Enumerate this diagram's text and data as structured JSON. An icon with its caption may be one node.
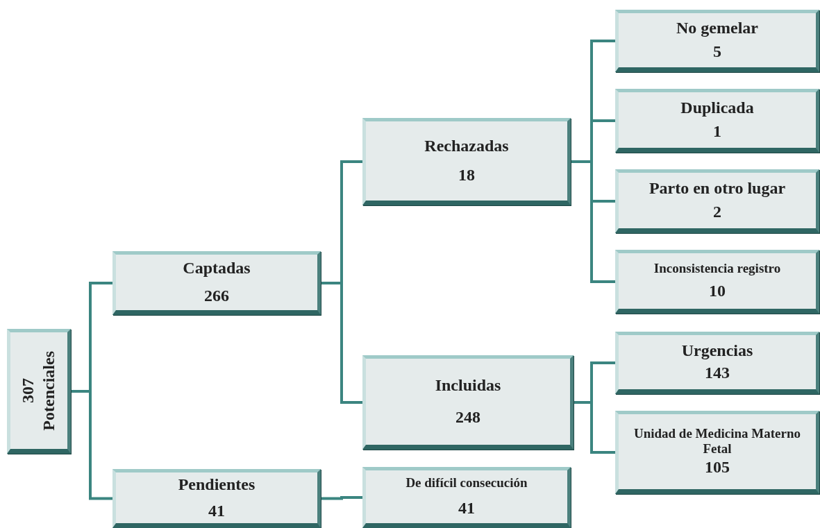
{
  "diagram": {
    "nodes": [
      {
        "text": [
          "Potenciales",
          "307"
        ]
      },
      {
        "text": [
          "Captadas",
          "266"
        ]
      },
      {
        "text": [
          "Pendientes",
          "41"
        ]
      },
      {
        "text": [
          "Rechazadas",
          "18"
        ]
      },
      {
        "text": [
          "Incluidas",
          "248"
        ]
      },
      {
        "text": [
          "De difícil consecución",
          "41"
        ]
      },
      {
        "text": [
          "No gemelar",
          "5"
        ]
      },
      {
        "text": [
          "Duplicada",
          "1"
        ]
      },
      {
        "text": [
          "Parto en otro lugar",
          "2"
        ]
      },
      {
        "text": [
          "Inconsistencia registro",
          "10"
        ]
      },
      {
        "text": [
          "Urgencias",
          "143"
        ]
      },
      {
        "text": [
          "Unidad de Medicina Materno Fetal",
          "105"
        ]
      }
    ],
    "edges": [
      {
        "from": 0,
        "to": 1,
        "arrow": "none"
      },
      {
        "from": 0,
        "to": 2,
        "arrow": "none"
      },
      {
        "from": 1,
        "to": 3,
        "arrow": "none"
      },
      {
        "from": 1,
        "to": 4,
        "arrow": "none"
      },
      {
        "from": 2,
        "to": 5,
        "arrow": "none"
      },
      {
        "from": 3,
        "to": 6,
        "arrow": "none"
      },
      {
        "from": 3,
        "to": 7,
        "arrow": "none"
      },
      {
        "from": 3,
        "to": 8,
        "arrow": "none"
      },
      {
        "from": 3,
        "to": 9,
        "arrow": "none"
      },
      {
        "from": 4,
        "to": 10,
        "arrow": "none"
      },
      {
        "from": 4,
        "to": 11,
        "arrow": "none"
      }
    ]
  }
}
